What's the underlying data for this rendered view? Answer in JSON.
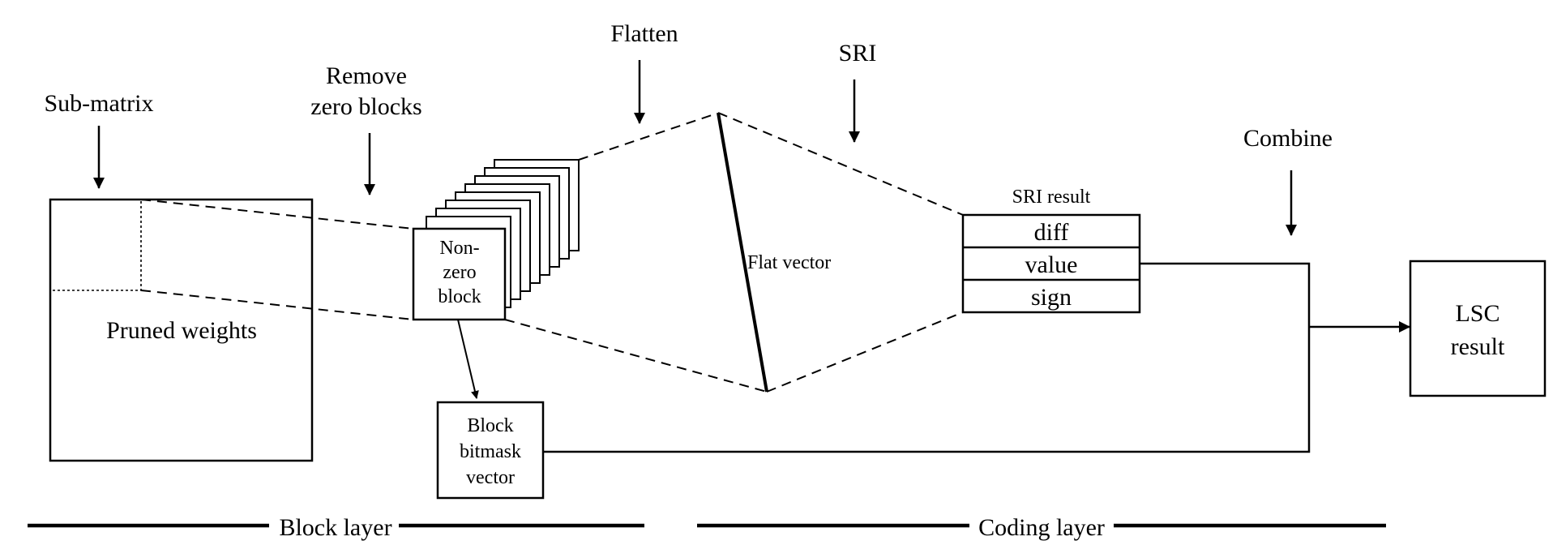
{
  "labels": {
    "sub_matrix": "Sub-matrix",
    "remove_zero_line1": "Remove",
    "remove_zero_line2": "zero blocks",
    "flatten": "Flatten",
    "sri": "SRI",
    "combine": "Combine",
    "pruned_weights": "Pruned weights",
    "nonzero_line1": "Non-",
    "nonzero_line2": "zero",
    "nonzero_line3": "block",
    "flat_vector": "Flat vector",
    "sri_result": "SRI result",
    "sri_rows": [
      "diff",
      "value",
      "sign"
    ],
    "bitmask_line1": "Block",
    "bitmask_line2": "bitmask",
    "bitmask_line3": "vector",
    "lsc_line1": "LSC",
    "lsc_line2": "result",
    "block_layer": "Block layer",
    "coding_layer": "Coding layer"
  }
}
